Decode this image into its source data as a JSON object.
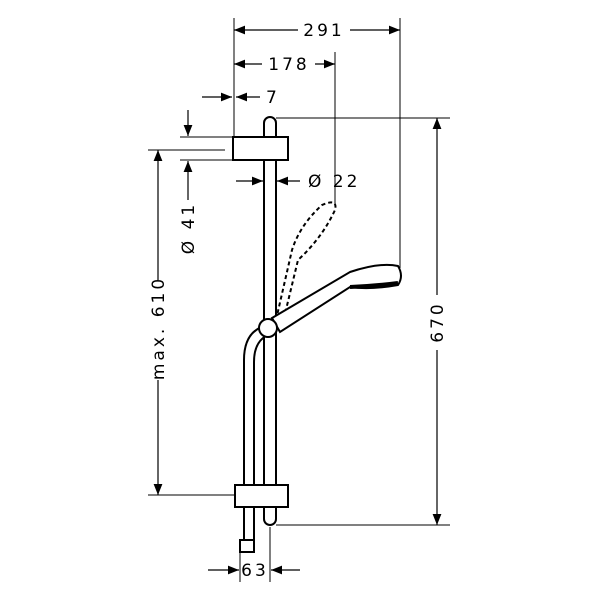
{
  "dimensions": {
    "width_total": "291",
    "width_head": "178",
    "offset": "7",
    "bracket_diameter": "Ø 41",
    "rail_diameter": "Ø 22",
    "max_height": "max. 610",
    "total_height": "670",
    "hose_offset": "63"
  },
  "colors": {
    "line": "#000000",
    "background": "#ffffff"
  }
}
